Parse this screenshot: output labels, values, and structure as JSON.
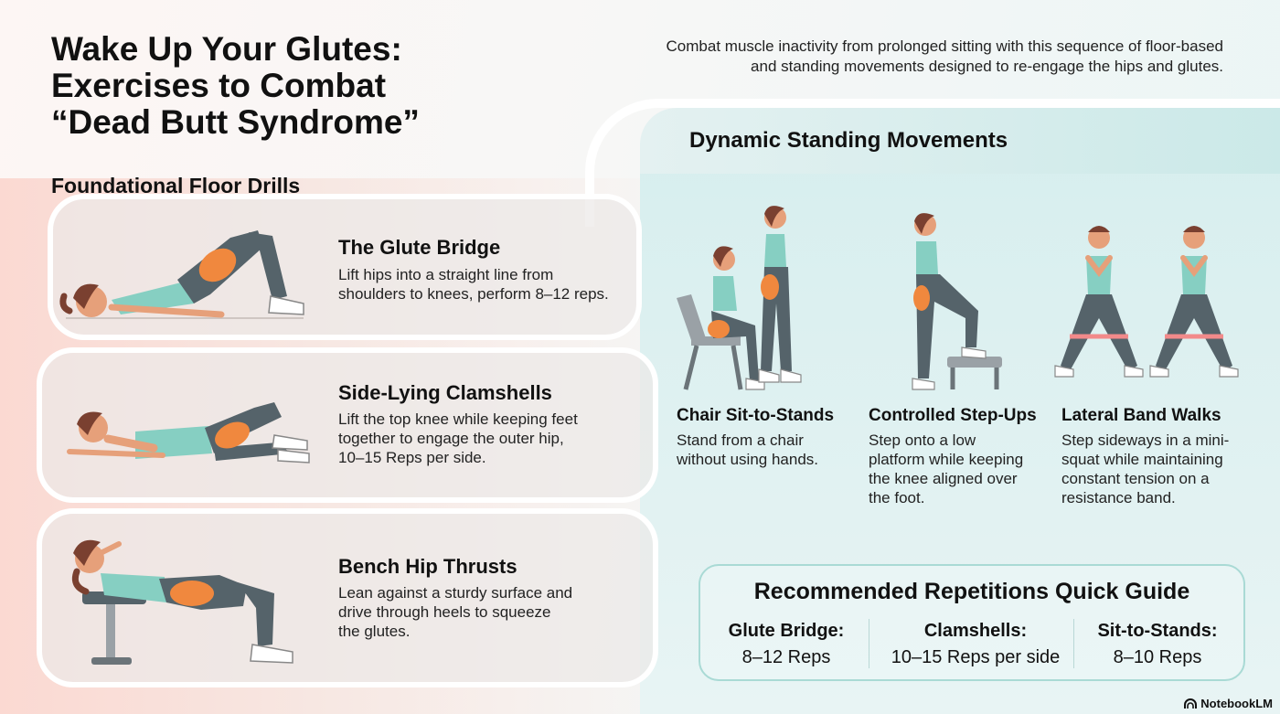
{
  "header": {
    "title_line1": "Wake Up Your Glutes:",
    "title_line2": "Exercises to Combat",
    "title_line3": "“Dead Butt Syndrome”",
    "intro_line1": "Combat muscle inactivity from prolonged sitting with this sequence of floor-based",
    "intro_line2": "and standing movements designed to re-engage the hips and glutes."
  },
  "floor": {
    "heading": "Foundational Floor Drills",
    "items": [
      {
        "title": "The Glute Bridge",
        "desc1": "Lift hips into a straight line from",
        "desc2": "shoulders to knees, perform 8–12 reps."
      },
      {
        "title": "Side-Lying Clamshells",
        "desc1": "Lift the top knee while keeping feet",
        "desc2": "together to engage the outer hip,",
        "desc3": "10–15 Reps per side."
      },
      {
        "title": "Bench Hip Thrusts",
        "desc1": "Lean against a sturdy surface and",
        "desc2": "drive through heels to squeeze",
        "desc3": "the glutes."
      }
    ]
  },
  "standing": {
    "heading": "Dynamic Standing Movements",
    "items": [
      {
        "title": "Chair Sit-to-Stands",
        "desc1": "Stand from a chair",
        "desc2": "without using hands."
      },
      {
        "title": "Controlled Step-Ups",
        "desc1": "Step onto a low",
        "desc2": "platform while keeping",
        "desc3": "the knee aligned over",
        "desc4": "the foot."
      },
      {
        "title": "Lateral Band Walks",
        "desc1": "Step sideways in a mini-",
        "desc2": "squat while maintaining",
        "desc3": "constant tension on a",
        "desc4": "resistance band."
      }
    ]
  },
  "guide": {
    "title": "Recommended Repetitions Quick Guide",
    "cols": [
      {
        "label": "Glute Bridge:",
        "value": "8–12 Reps"
      },
      {
        "label": "Clamshells:",
        "value": "10–15 Reps per side"
      },
      {
        "label": "Sit-to-Stands:",
        "value": "8–10 Reps"
      }
    ]
  },
  "brand": {
    "name": "NotebookLM",
    "icon": "notebooklm-logo-icon"
  },
  "colors": {
    "skin": "#e6a07a",
    "hair": "#7a4030",
    "top": "#86cfc2",
    "leggings": "#55636a",
    "glute": "#f0883e",
    "accent_teal": "#a9dad5"
  }
}
